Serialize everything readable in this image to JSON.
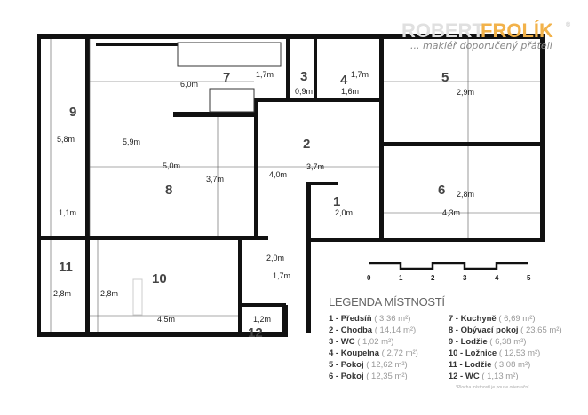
{
  "logo": {
    "name_part1": "ROBERT",
    "name_part2": "FROLÍK",
    "registered": "®",
    "tagline": "... makléř doporučený přáteli",
    "accent_color": "#f2b24a"
  },
  "rooms": [
    {
      "num": "1"
    },
    {
      "num": "2"
    },
    {
      "num": "3"
    },
    {
      "num": "4"
    },
    {
      "num": "5"
    },
    {
      "num": "6"
    },
    {
      "num": "7"
    },
    {
      "num": "8"
    },
    {
      "num": "9"
    },
    {
      "num": "10"
    },
    {
      "num": "11"
    },
    {
      "num": "12"
    }
  ],
  "dimensions": [
    "6,0m",
    "1,7m",
    "0,9m",
    "1,6m",
    "1,7m",
    "2,9m",
    "5,8m",
    "5,9m",
    "5,0m",
    "3,7m",
    "4,0m",
    "3,7m",
    "2,8m",
    "4,3m",
    "2,0m",
    "1,1m",
    "2,0m",
    "1,7m",
    "2,8m",
    "2,8m",
    "4,5m",
    "1,2m"
  ],
  "scale": {
    "ticks": [
      "0",
      "1",
      "2",
      "3",
      "4",
      "5"
    ]
  },
  "legend": {
    "title": "LEGENDA MÍSTNOSTÍ",
    "left": [
      {
        "label": "1 - Předsíň",
        "area": "( 3,36 m²)"
      },
      {
        "label": "2 - Chodba",
        "area": "( 14,14 m²)"
      },
      {
        "label": "3 - WC",
        "area": "( 1,02 m²)"
      },
      {
        "label": "4 - Koupelna",
        "area": "( 2,72 m²)"
      },
      {
        "label": "5 - Pokoj",
        "area": "( 12,62 m²)"
      },
      {
        "label": "6 - Pokoj",
        "area": "( 12,35 m²)"
      }
    ],
    "right": [
      {
        "label": "7 - Kuchyně",
        "area": "( 6,69 m²)"
      },
      {
        "label": "8 - Obývací pokoj",
        "area": "( 23,65 m²)"
      },
      {
        "label": "9 - Lodžie",
        "area": "( 6,38 m²)"
      },
      {
        "label": "10 - Ložnice",
        "area": "( 12,53 m²)"
      },
      {
        "label": "11 - Lodžie",
        "area": "( 3,08 m²)"
      },
      {
        "label": "12 - WC",
        "area": "( 1,13 m²)"
      }
    ],
    "note": "*Plocha místností je pouze orientační"
  }
}
